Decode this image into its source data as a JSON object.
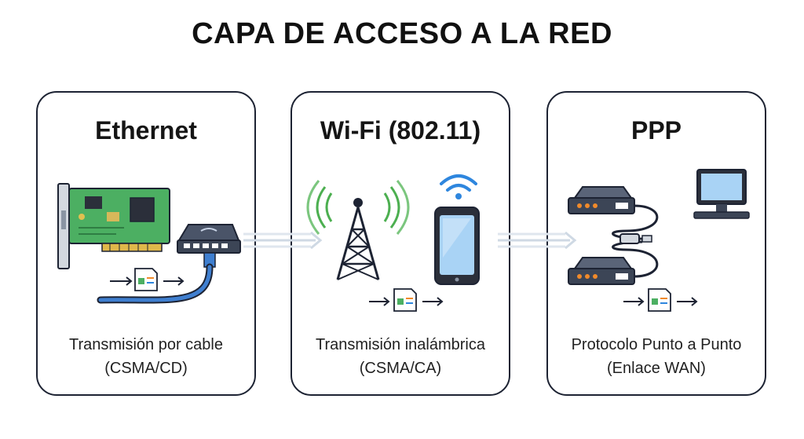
{
  "title": "CAPA DE ACCESO A LA RED",
  "cards": [
    {
      "id": "ethernet",
      "title": "Ethernet",
      "caption_line1": "Transmisión por cable",
      "caption_line2": "(CSMA/CD)",
      "icons": [
        "network-card-icon",
        "ethernet-switch-icon",
        "ethernet-cable-icon",
        "data-frame-icon"
      ]
    },
    {
      "id": "wifi",
      "title": "Wi-Fi (802.11)",
      "caption_line1": "Transmisión inalámbrica",
      "caption_line2": "(CSMA/CA)",
      "icons": [
        "radio-tower-icon",
        "smartphone-icon",
        "wifi-signal-icon",
        "data-frame-icon"
      ]
    },
    {
      "id": "ppp",
      "title": "PPP",
      "caption_line1": "Protocolo Punto a Punto",
      "caption_line2": "(Enlace WAN)",
      "icons": [
        "modem-icon",
        "modem-icon",
        "cable-link-icon",
        "computer-monitor-icon",
        "data-frame-icon"
      ]
    }
  ],
  "colors": {
    "outline": "#1d2333",
    "pcb_green": "#4caf62",
    "cable_blue": "#3f7fd0",
    "wifi_green": "#4caf50",
    "wifi_blue": "#2e86de",
    "screen_blue": "#a9d3f5",
    "accent_orange": "#f08a2a",
    "device_gray": "#3c4556"
  }
}
